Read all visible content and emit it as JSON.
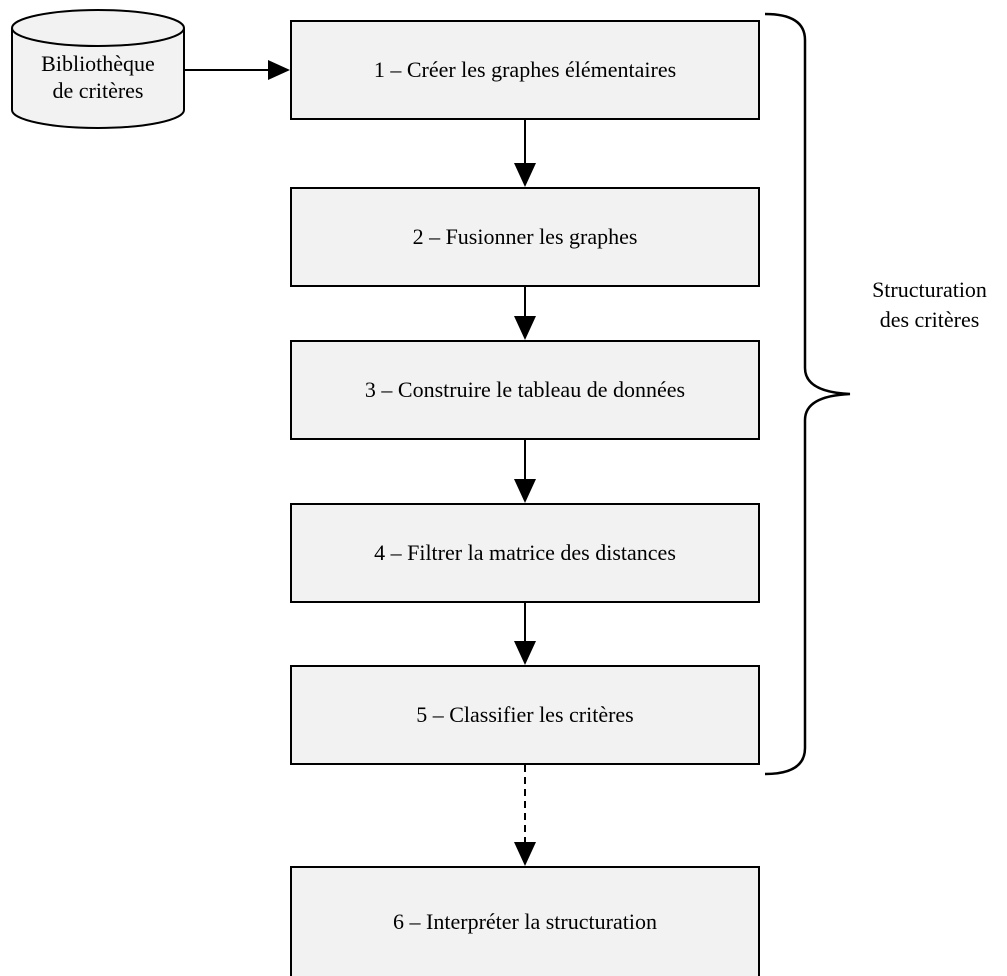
{
  "library": {
    "line1": "Bibliothèque",
    "line2": "de critères"
  },
  "steps": [
    {
      "label": "1 – Créer les graphes élémentaires"
    },
    {
      "label": "2 – Fusionner les graphes"
    },
    {
      "label": "3 – Construire le tableau de données"
    },
    {
      "label": "4 – Filtrer la matrice des distances"
    },
    {
      "label": "5 – Classifier les critères"
    },
    {
      "label": "6 – Interpréter la structuration"
    }
  ],
  "brace": {
    "line1": "Structuration",
    "line2": "des critères"
  }
}
